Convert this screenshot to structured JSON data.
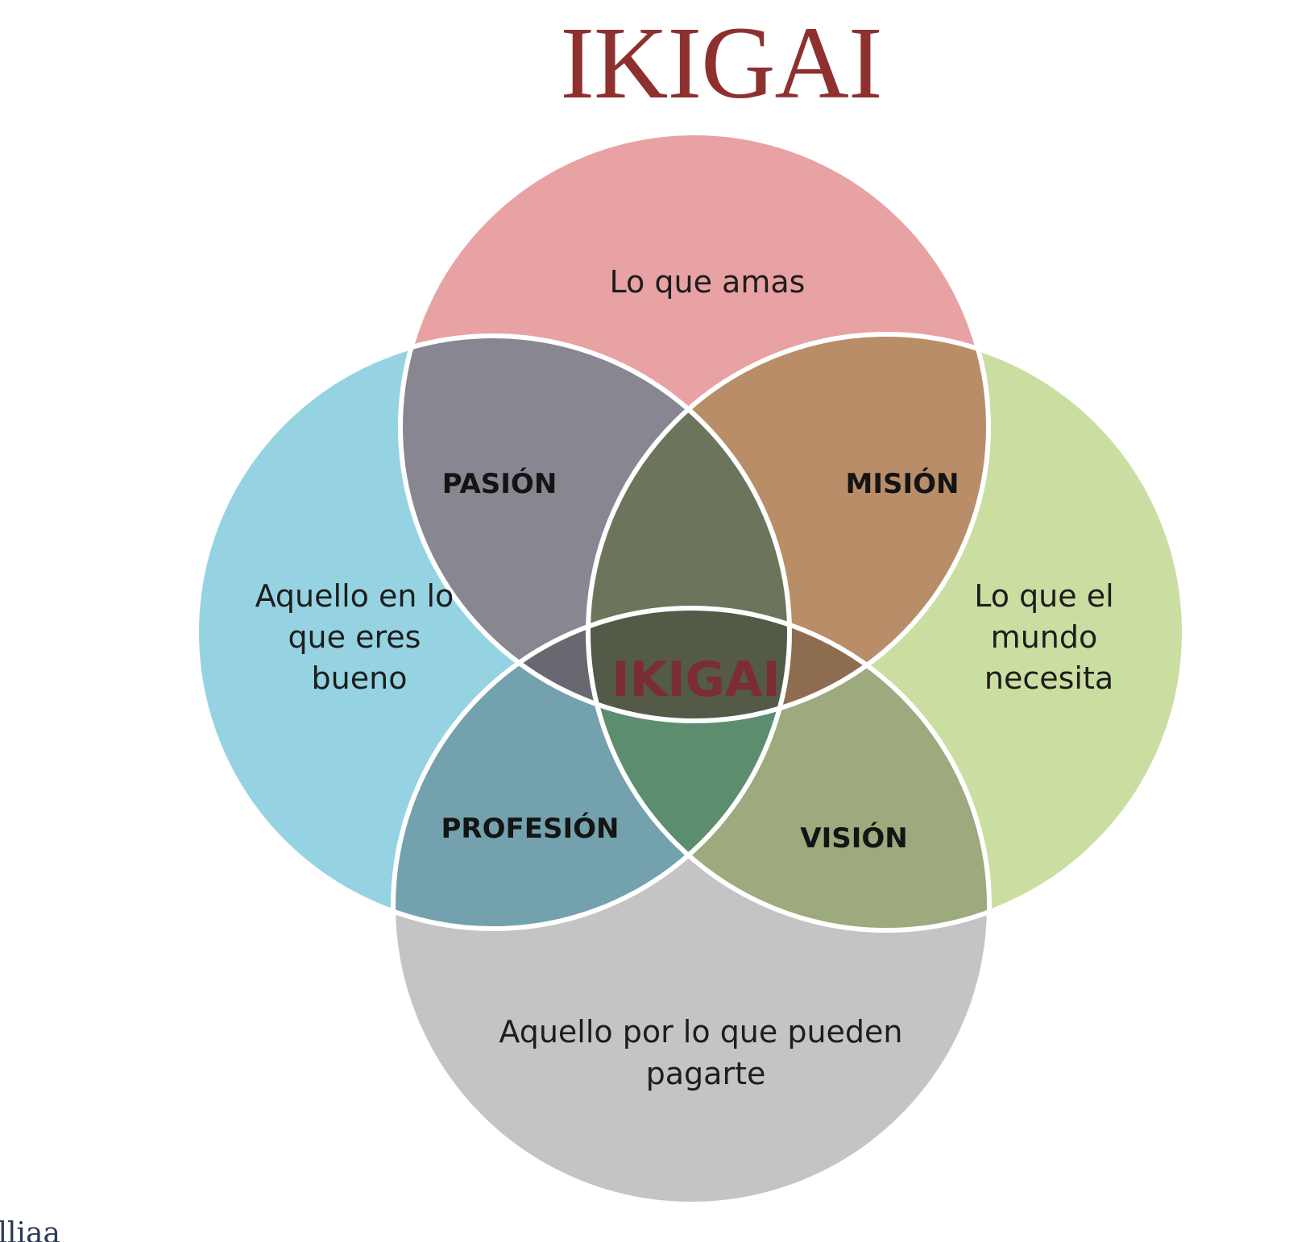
{
  "title": "IKIGAI",
  "colors": {
    "title": "#8e3030",
    "center_label": "#7b2d33",
    "love": "#e8a2a4",
    "good_at": "#96d3e2",
    "world_needs": "#cbdea2",
    "paid_for": "#c4c4c4",
    "outline": "#ffffff"
  },
  "circles": {
    "love": {
      "label_lines": [
        "Lo que amas"
      ]
    },
    "good_at": {
      "label_lines": [
        "Aquello en lo",
        "que eres",
        "bueno"
      ]
    },
    "world_needs": {
      "label_lines": [
        "Lo que el",
        "mundo",
        "necesita"
      ]
    },
    "paid_for": {
      "label_lines": [
        "Aquello por lo que pueden",
        "pagarte"
      ]
    }
  },
  "intersections": {
    "pasion": "PASIÓN",
    "mision": "MISIÓN",
    "profesion": "PROFESIÓN",
    "vision": "VISIÓN"
  },
  "center_label": "IKIGAI",
  "corner_mark": "illiaa"
}
